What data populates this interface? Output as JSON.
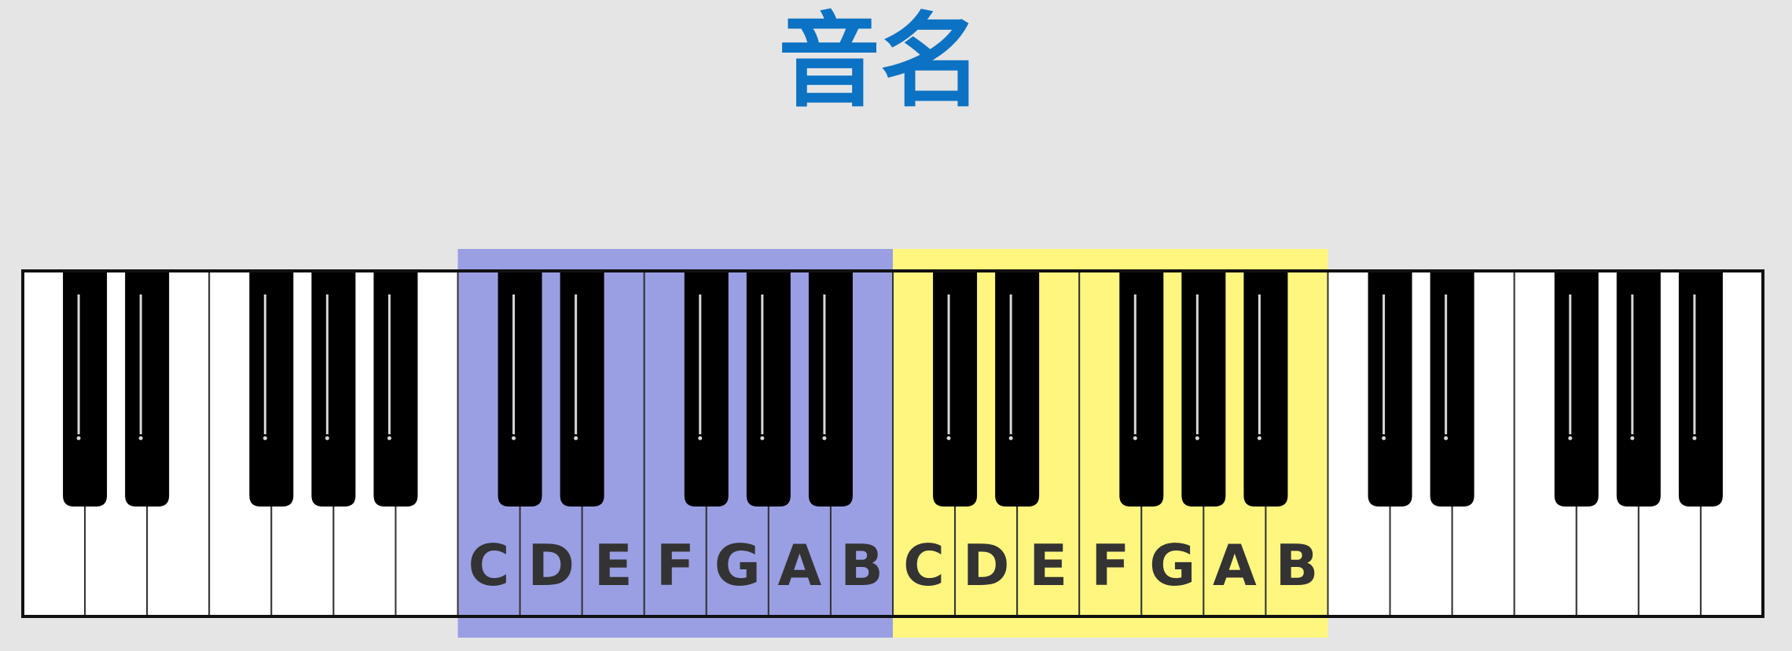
{
  "title": "音名",
  "keyboard": {
    "octave_count": 4,
    "white_keys_per_octave": [
      "C",
      "D",
      "E",
      "F",
      "G",
      "A",
      "B"
    ],
    "highlighted_octaves": [
      {
        "octave_index": 1,
        "color": "#9a9fe4",
        "labels": [
          "C",
          "D",
          "E",
          "F",
          "G",
          "A",
          "B"
        ]
      },
      {
        "octave_index": 2,
        "color": "#fff67f",
        "labels": [
          "C",
          "D",
          "E",
          "F",
          "G",
          "A",
          "B"
        ]
      }
    ],
    "colors": {
      "white_key": "#ffffff",
      "black_key": "#000000",
      "key_border": "#333333",
      "label_text": "#333333",
      "title": "#0b72c4",
      "background": "#e5e5e5"
    }
  }
}
